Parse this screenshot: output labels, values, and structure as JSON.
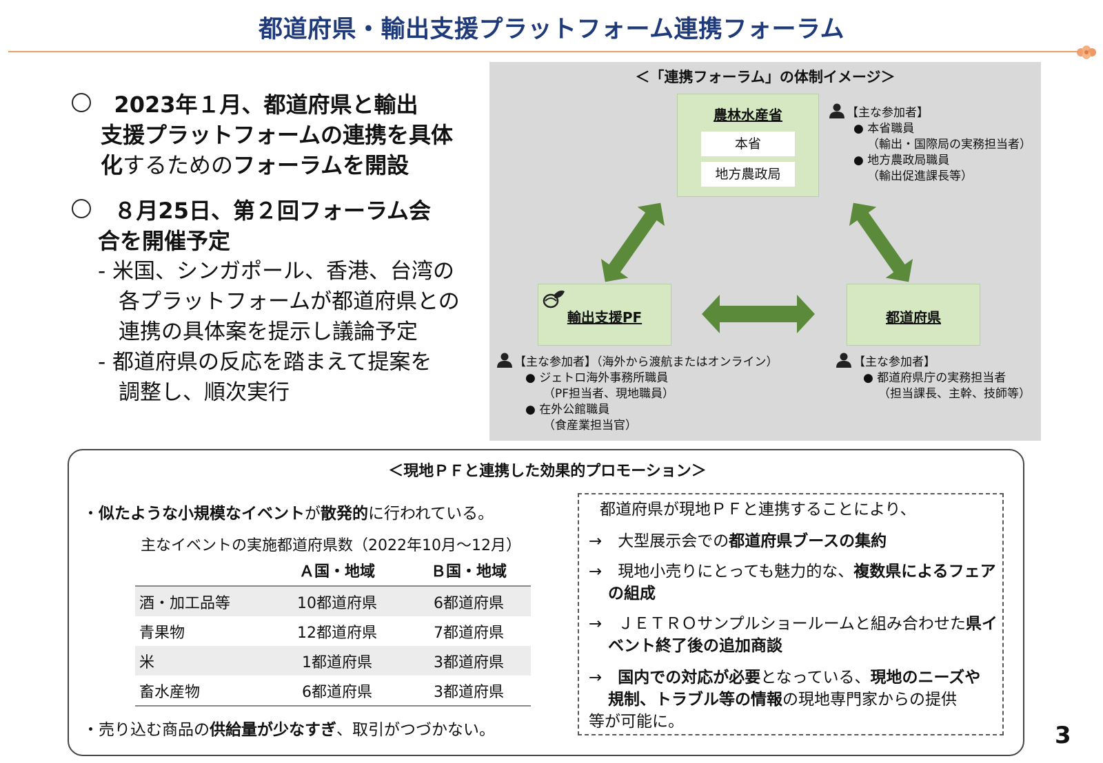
{
  "title": "都道府県・輸出支援プラットフォーム連携フォーラム",
  "left": {
    "b1_l1": "2023年１月、都道府県と輸出",
    "b1_l2": "支援プラットフォームの連携を具体",
    "b1_l3a": "化",
    "b1_l3b": "するための",
    "b1_l3c": "フォーラムを開設",
    "b2_l1": "８月25日、第２回フォーラム会",
    "b2_l2": "合を開催予定",
    "s1_l1": "- 米国、シンガポール、香港、台湾の",
    "s1_l2": "各プラットフォームが都道府県との",
    "s1_l3": "連携の具体案を提示し議論予定",
    "s2_l1": "- 都道府県の反応を踏まえて提案を",
    "s2_l2": "調整し、順次実行"
  },
  "diagram": {
    "title": "＜「連携フォーラム」の体制イメージ＞",
    "maff": {
      "title": "農林水産省",
      "box1": "本省",
      "box2": "地方農政局"
    },
    "pf": {
      "title": "輸出支援PF"
    },
    "pref": {
      "title": "都道府県"
    },
    "maff_info": [
      "【主な参加者】",
      "● 本省職員",
      "（輸出・国際局の実務担当者）",
      "● 地方農政局職員",
      "（輸出促進課長等）"
    ],
    "pf_info": [
      "【主な参加者】（海外から渡航またはオンライン）",
      "● ジェトロ海外事務所職員",
      "（PF担当者、現地職員）",
      "● 在外公館職員",
      "（食産業担当官）"
    ],
    "pref_info": [
      "【主な参加者】",
      "● 都道府県庁の実務担当者",
      "（担当課長、主幹、技師等）"
    ]
  },
  "bottom": {
    "title": "＜現地ＰＦと連携した効果的プロモーション＞",
    "point1a": "・",
    "point1b": "似たような小規模なイベント",
    "point1c": "が",
    "point1d": "散発的",
    "point1e": "に行われている。",
    "table_caption": "主なイベントの実施都道府県数（2022年10月～12月）",
    "table": {
      "headers": [
        "",
        "Ａ国・地域",
        "Ｂ国・地域"
      ],
      "rows": [
        [
          "酒・加工品等",
          "10都道府県",
          "6都道府県"
        ],
        [
          "青果物",
          "12都道府県",
          "7都道府県"
        ],
        [
          "米",
          "1都道府県",
          "3都道府県"
        ],
        [
          "畜水産物",
          "6都道府県",
          "3都道府県"
        ]
      ]
    },
    "point2a": "・売り込む商品の",
    "point2b": "供給量が少なすぎ",
    "point2c": "、取引がつづかない。",
    "box": {
      "intro": "都道府県が現地ＰＦと連携することにより、",
      "a1a": "→　大型展示会での",
      "a1b": "都道府県ブースの集約",
      "a2a": "→　現地小売りにとっても魅力的な、",
      "a2b": "複数県によるフェア",
      "a2c": "の組成",
      "a3a": "→　ＪＥＴＲＯサンプルショールームと組み合わせた",
      "a3b": "県イ",
      "a3c": "ベント終了後の追加商談",
      "a4a": "→　",
      "a4b": "国内での対応が必要",
      "a4c": "となっている、",
      "a4d": "現地のニーズや",
      "a4e": "規制、トラブル等の情報",
      "a4f": "の現地専門家からの提供",
      "a4g": "等が可能に。"
    }
  },
  "page_number": "3",
  "colors": {
    "title": "#1f3a7a",
    "arrow": "#5a8a3a",
    "green_box": "#d5e8c2",
    "diagram_bg": "#d9d9d9"
  }
}
